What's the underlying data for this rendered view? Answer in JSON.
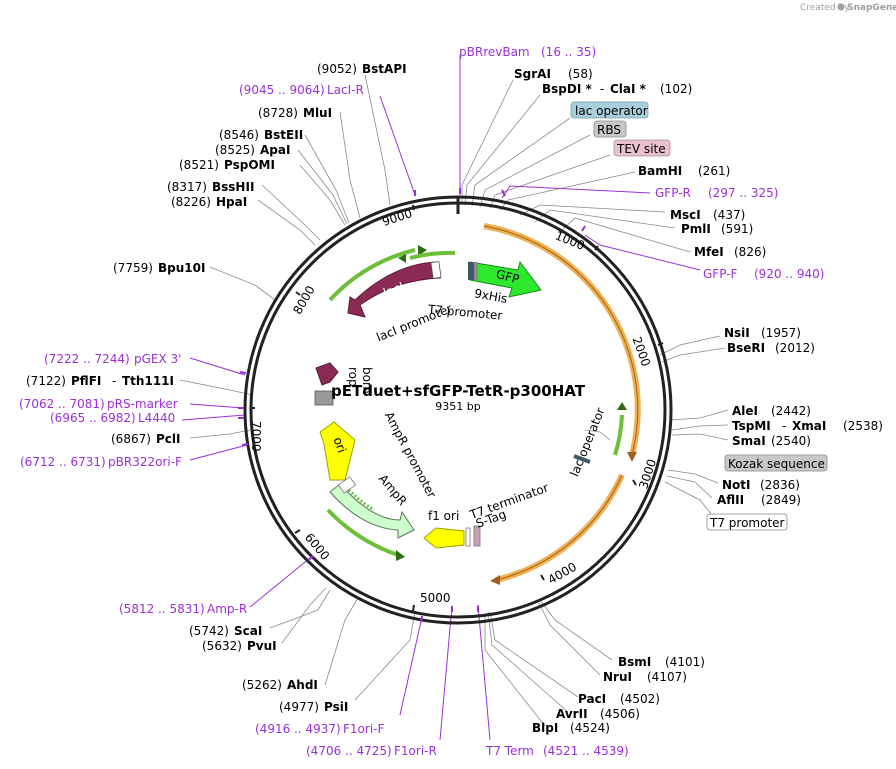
{
  "brand": {
    "prefix": "Created by",
    "name": "SnapGene"
  },
  "plasmid": {
    "name": "pETduet+sfGFP-TetR-p300HAT",
    "length_label": "9351 bp"
  },
  "ticks": [
    "1000",
    "2000",
    "3000",
    "4000",
    "5000",
    "6000",
    "7000",
    "8000",
    "9000"
  ],
  "enzymes": {
    "sgrai": {
      "name": "SgrAI",
      "pos": "(58)"
    },
    "bspdi": {
      "name": "BspDI *",
      "sep": "-",
      "name2": "ClaI *",
      "pos": "(102)"
    },
    "bamhi": {
      "name": "BamHI",
      "pos": "(261)"
    },
    "msci": {
      "name": "MscI",
      "pos": "(437)"
    },
    "pmli": {
      "name": "PmlI",
      "pos": "(591)"
    },
    "mfei": {
      "name": "MfeI",
      "pos": "(826)"
    },
    "nsii": {
      "name": "NsiI",
      "pos": "(1957)"
    },
    "bseri": {
      "name": "BseRI",
      "pos": "(2012)"
    },
    "alei": {
      "name": "AleI",
      "pos": "(2442)"
    },
    "tspmi": {
      "name": "TspMI",
      "sep": "-",
      "name2": "XmaI",
      "pos": "(2538)"
    },
    "smai": {
      "name": "SmaI",
      "pos": "(2540)"
    },
    "noti": {
      "name": "NotI",
      "pos": "(2836)"
    },
    "aflii": {
      "name": "AflII",
      "pos": "(2849)"
    },
    "bsmi": {
      "name": "BsmI",
      "pos": "(4101)"
    },
    "nrui": {
      "name": "NruI",
      "pos": "(4107)"
    },
    "paci": {
      "name": "PacI",
      "pos": "(4502)"
    },
    "avrii": {
      "name": "AvrII",
      "pos": "(4506)"
    },
    "blpi": {
      "name": "BlpI",
      "pos": "(4524)"
    },
    "ahdi": {
      "name": "AhdI",
      "pos": "(5262)"
    },
    "psii": {
      "name": "PsiI",
      "pos": "(4977)"
    },
    "scai": {
      "name": "ScaI",
      "pos": "(5742)"
    },
    "pvui": {
      "name": "PvuI",
      "pos": "(5632)"
    },
    "pcli": {
      "name": "PclI",
      "pos": "(6867)"
    },
    "pflfi": {
      "name": "PflFI",
      "sep": "-",
      "name2": "Tth111I",
      "pos": "(7122)"
    },
    "bpu10i": {
      "name": "Bpu10I",
      "pos": "(7759)"
    },
    "hpai": {
      "name": "HpaI",
      "pos": "(8226)"
    },
    "bsshii": {
      "name": "BssHII",
      "pos": "(8317)"
    },
    "psp0mi": {
      "name": "PspOMI",
      "pos": "(8521)"
    },
    "apai": {
      "name": "ApaI",
      "pos": "(8525)"
    },
    "bsteii": {
      "name": "BstEII",
      "pos": "(8546)"
    },
    "mlui": {
      "name": "MluI",
      "pos": "(8728)"
    },
    "bstapi": {
      "name": "BstAPI",
      "pos": "(9052)"
    }
  },
  "primers": {
    "pbrrevbam": {
      "name": "pBRrevBam",
      "range": "(16 .. 35)"
    },
    "laci_r": {
      "name": "LacI-R",
      "range": "(9045 .. 9064)"
    },
    "gfp_r": {
      "name": "GFP-R",
      "range": "(297 .. 325)"
    },
    "gfp_f": {
      "name": "GFP-F",
      "range": "(920 .. 940)"
    },
    "pgex3": {
      "name": "pGEX 3'",
      "range": "(7222 .. 7244)"
    },
    "prs_marker": {
      "name": "pRS-marker",
      "range": "(7062 .. 7081)"
    },
    "l4440": {
      "name": "L4440",
      "range": "(6965 .. 6982)"
    },
    "pbr322ori_f": {
      "name": "pBR322ori-F",
      "range": "(6712 .. 6731)"
    },
    "amp_r": {
      "name": "Amp-R",
      "range": "(5812 .. 5831)"
    },
    "f1ori_f": {
      "name": "F1ori-F",
      "range": "(4916 .. 4937)"
    },
    "f1ori_r": {
      "name": "F1ori-R",
      "range": "(4706 .. 4725)"
    },
    "t7term": {
      "name": "T7 Term",
      "range": "(4521 .. 4539)"
    }
  },
  "boxes": {
    "lac_operator": "lac operator",
    "rbs": "RBS",
    "tev": "TEV site",
    "kozak": "Kozak sequence",
    "t7prom": "T7 promoter"
  },
  "features": {
    "laci": "lacI",
    "laci_prom": "lacI promoter",
    "t7_prom": "T7 promoter",
    "gfp": "GFP",
    "his": "9xHis",
    "rop": "rop",
    "bom": "bom",
    "ori": "ori",
    "ampr_prom": "AmpR promoter",
    "ampr": "AmpR",
    "f1ori": "f1 ori",
    "t7term": "T7 terminator",
    "stag": "S-Tag",
    "lac_op": "lac operator"
  },
  "colors": {
    "backbone": "#222222",
    "laci": "#8b2b55",
    "gfp": "#2ee82e",
    "ori": "#ffff00",
    "ampr": "#ccffcc",
    "primer": "#9b30d9",
    "orange_arc": "#f0b050",
    "box_blue": "#a8d0dc",
    "box_gray": "#c8c8c8",
    "box_pink": "#e8c0d0"
  }
}
